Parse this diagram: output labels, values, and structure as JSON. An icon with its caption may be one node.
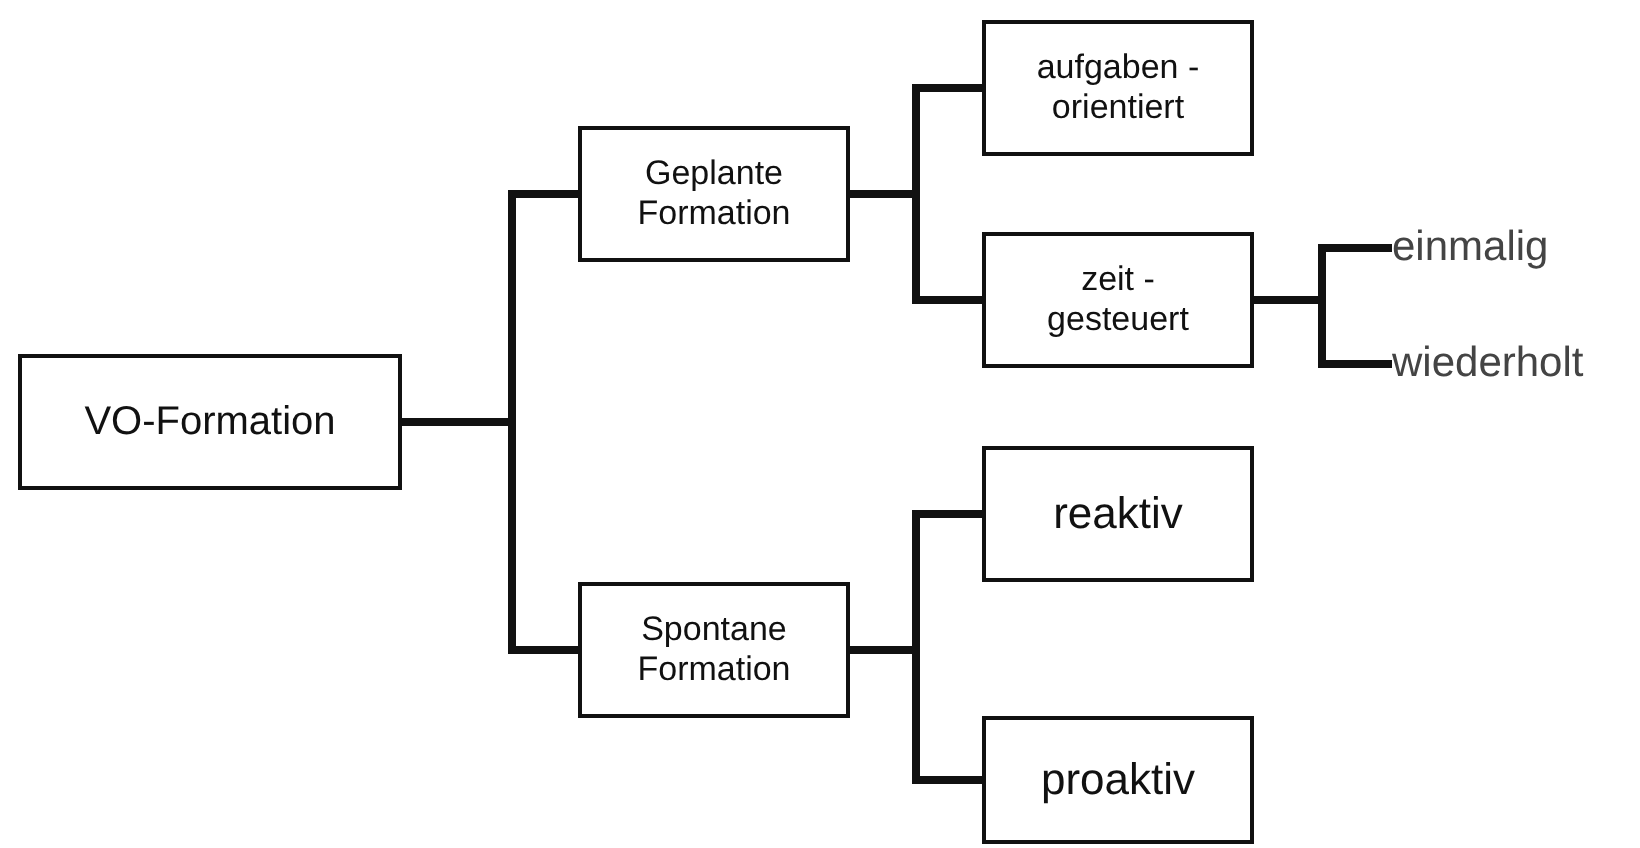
{
  "diagram": {
    "nodes": [
      {
        "text": [
          "VO-Formation"
        ]
      },
      {
        "text": [
          "Geplante Formation"
        ]
      },
      {
        "text": [
          "Spontane Formation"
        ]
      },
      {
        "text": [
          "aufgaben - orientiert"
        ]
      },
      {
        "text": [
          "zeit - gesteuert"
        ]
      },
      {
        "text": [
          "einmalig"
        ]
      },
      {
        "text": [
          "wiederholt"
        ]
      },
      {
        "text": [
          "reaktiv"
        ]
      },
      {
        "text": [
          "proaktiv"
        ]
      }
    ],
    "edges": [
      {
        "from": 0,
        "to": 1,
        "arrow": "none"
      },
      {
        "from": 0,
        "to": 2,
        "arrow": "none"
      },
      {
        "from": 1,
        "to": 3,
        "arrow": "none"
      },
      {
        "from": 1,
        "to": 4,
        "arrow": "none"
      },
      {
        "from": 4,
        "to": 5,
        "arrow": "none"
      },
      {
        "from": 4,
        "to": 6,
        "arrow": "none"
      },
      {
        "from": 2,
        "to": 7,
        "arrow": "none"
      },
      {
        "from": 2,
        "to": 8,
        "arrow": "none"
      }
    ]
  }
}
